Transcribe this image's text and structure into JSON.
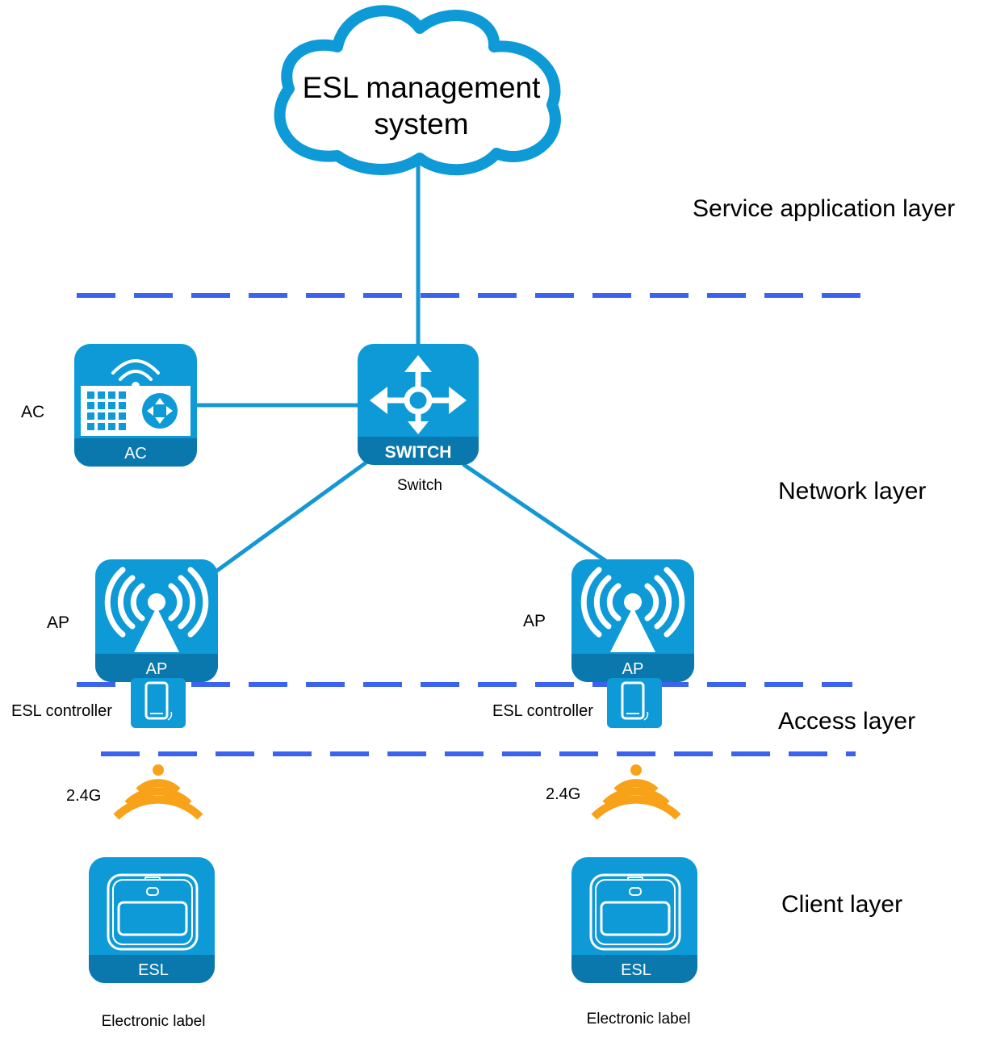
{
  "cloud": {
    "line1": "ESL management",
    "line2": "system"
  },
  "layers": {
    "service": "Service application layer",
    "network": "Network layer",
    "access": "Access layer",
    "client": "Client layer"
  },
  "devices": {
    "ac": {
      "side_label": "AC",
      "icon_label": "AC"
    },
    "switch": {
      "icon_label": "SWITCH",
      "caption": "Switch"
    },
    "ap_left": {
      "side_label": "AP",
      "icon_label": "AP"
    },
    "ap_right": {
      "side_label": "AP",
      "icon_label": "AP"
    },
    "controller_left": {
      "label": "ESL controller"
    },
    "controller_right": {
      "label": "ESL controller"
    },
    "signal_left": {
      "label": "2.4G"
    },
    "signal_right": {
      "label": "2.4G"
    },
    "esl_left": {
      "icon_label": "ESL",
      "caption": "Electronic label"
    },
    "esl_right": {
      "icon_label": "ESL",
      "caption": "Electronic label"
    }
  },
  "colors": {
    "device_blue": "#0e9ad7",
    "device_band": "#0a78ad",
    "link_blue": "#1597d3",
    "dash_blue": "#3b63f0",
    "signal_orange": "#f8a21a"
  }
}
